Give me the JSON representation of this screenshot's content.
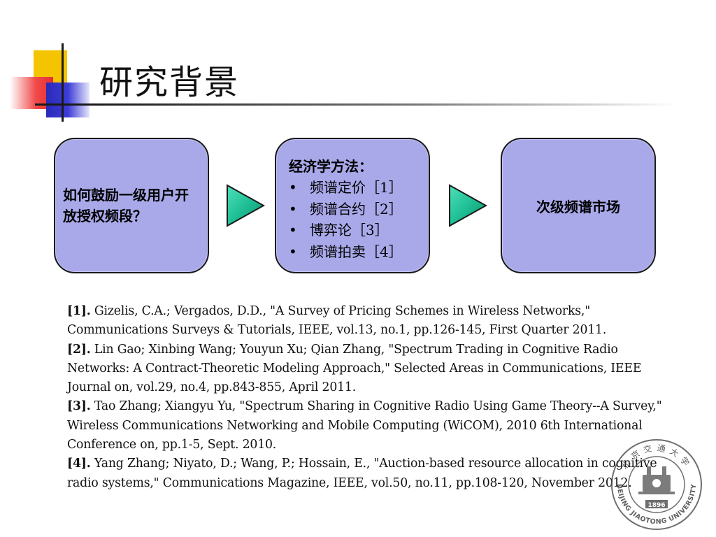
{
  "slide": {
    "title": "研究背景"
  },
  "flow": {
    "box1": "如何鼓励一级用户开放授权频段？",
    "box2": {
      "heading": "经济学方法：",
      "bullet": "•",
      "items": [
        "频谱定价［1］",
        "频谱合约［2］",
        "博弈论［3］",
        "频谱拍卖［4］"
      ]
    },
    "box3": "次级频谱市场"
  },
  "references": [
    {
      "num": "[1].",
      "text": " Gizelis, C.A.; Vergados, D.D., \"A Survey of Pricing Schemes in Wireless Networks,\" Communications Surveys & Tutorials, IEEE, vol.13, no.1, pp.126-145, First Quarter 2011."
    },
    {
      "num": "[2].",
      "text": " Lin Gao; Xinbing Wang; Youyun Xu; Qian Zhang, \"Spectrum Trading in Cognitive Radio Networks: A Contract-Theoretic Modeling Approach,\" Selected Areas in Communications, IEEE Journal on, vol.29, no.4, pp.843-855, April 2011."
    },
    {
      "num": "[3].",
      "text": " Tao Zhang; Xiangyu Yu, \"Spectrum Sharing in Cognitive Radio Using Game Theory--A Survey,\" Wireless Communications Networking and Mobile Computing (WiCOM), 2010 6th International Conference on, pp.1-5, Sept. 2010."
    },
    {
      "num": "[4].",
      "text": " Yang Zhang; Niyato, D.; Wang, P.; Hossain, E., \"Auction-based resource allocation in cognitive radio systems,\" Communications Magazine, IEEE, vol.50, no.11, pp.108-120, November 2012."
    }
  ],
  "logo": {
    "name": "university-seal-icon",
    "text_top": "北京交通大学",
    "text_bottom": "BEIJING JIAOTONG UNIVERSITY",
    "year": "1896"
  },
  "colors": {
    "box_fill": "#a9a9ea",
    "arrow_fill": "#22c49a",
    "yellow": "#f5c400",
    "red": "#e83030",
    "blue": "#2a2ab8"
  }
}
